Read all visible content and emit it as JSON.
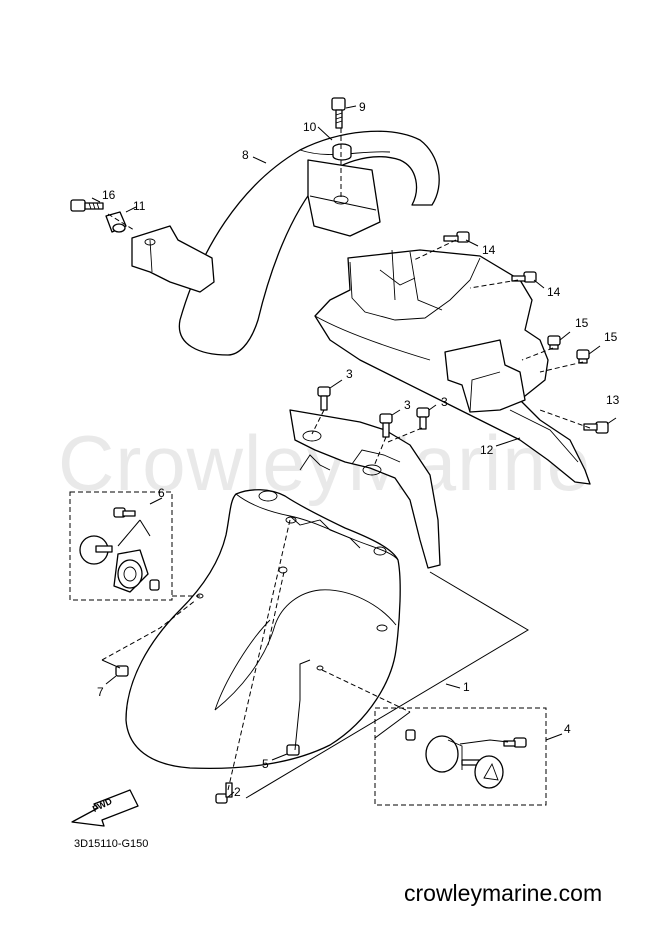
{
  "watermark": "CrowleyMarine",
  "callouts": [
    "9",
    "10",
    "8",
    "16",
    "11",
    "14",
    "14",
    "15",
    "15",
    "13",
    "12",
    "3",
    "3",
    "3",
    "6",
    "7",
    "1",
    "4",
    "5",
    "2"
  ],
  "drawing_code": "3D15110-G150",
  "fwd_label": "FWD",
  "site": "crowleymarine.com"
}
